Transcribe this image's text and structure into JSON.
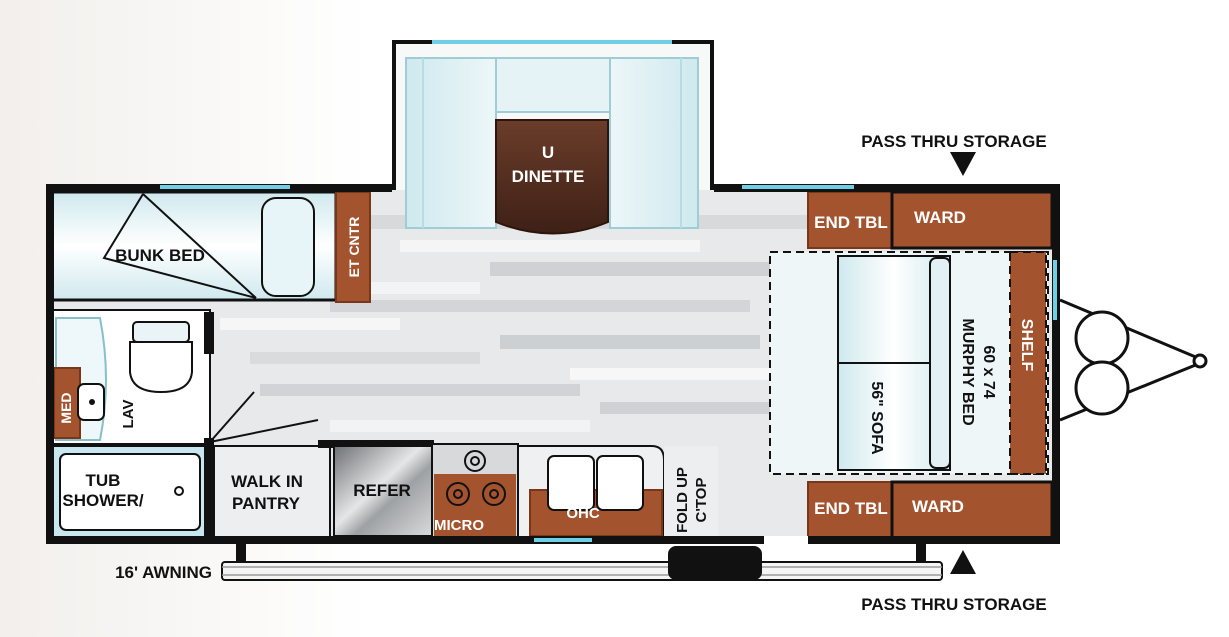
{
  "labels": {
    "dinette_line1": "U",
    "dinette_line2": "DINETTE",
    "bunk_bed": "BUNK BED",
    "et_cntr": "ET CNTR",
    "end_tbl_top": "END TBL",
    "end_tbl_bottom": "END TBL",
    "ward_top": "WARD",
    "ward_bottom": "WARD",
    "shelf": "SHELF",
    "murphy_line1": "60 x 74",
    "murphy_line2": "MURPHY BED",
    "sofa": "56\" SOFA",
    "med": "MED",
    "lav": "LAV",
    "tub_line1": "TUB",
    "tub_line2": "SHOWER/",
    "pantry_line1": "WALK IN",
    "pantry_line2": "PANTRY",
    "refer": "REFER",
    "micro": "MICRO",
    "ohc": "OHC",
    "foldup_line1": "FOLD UP",
    "foldup_line2": "C'TOP",
    "awning": "16' AWNING",
    "pass_thru_top": "PASS THRU STORAGE",
    "pass_thru_bottom": "PASS THRU STORAGE"
  },
  "colors": {
    "wall": "#111111",
    "floor_light": "#e6e7e8",
    "floor_mid": "#cfd1d4",
    "cabinet": "#a4532f",
    "cabinet_dark": "#7a3618",
    "cushion": "#e9f4f6",
    "cushion_edge": "#b8dce3",
    "window": "#6fcfe6",
    "dinette_table": "#5a3222",
    "appliance": "#b9bcbf"
  }
}
